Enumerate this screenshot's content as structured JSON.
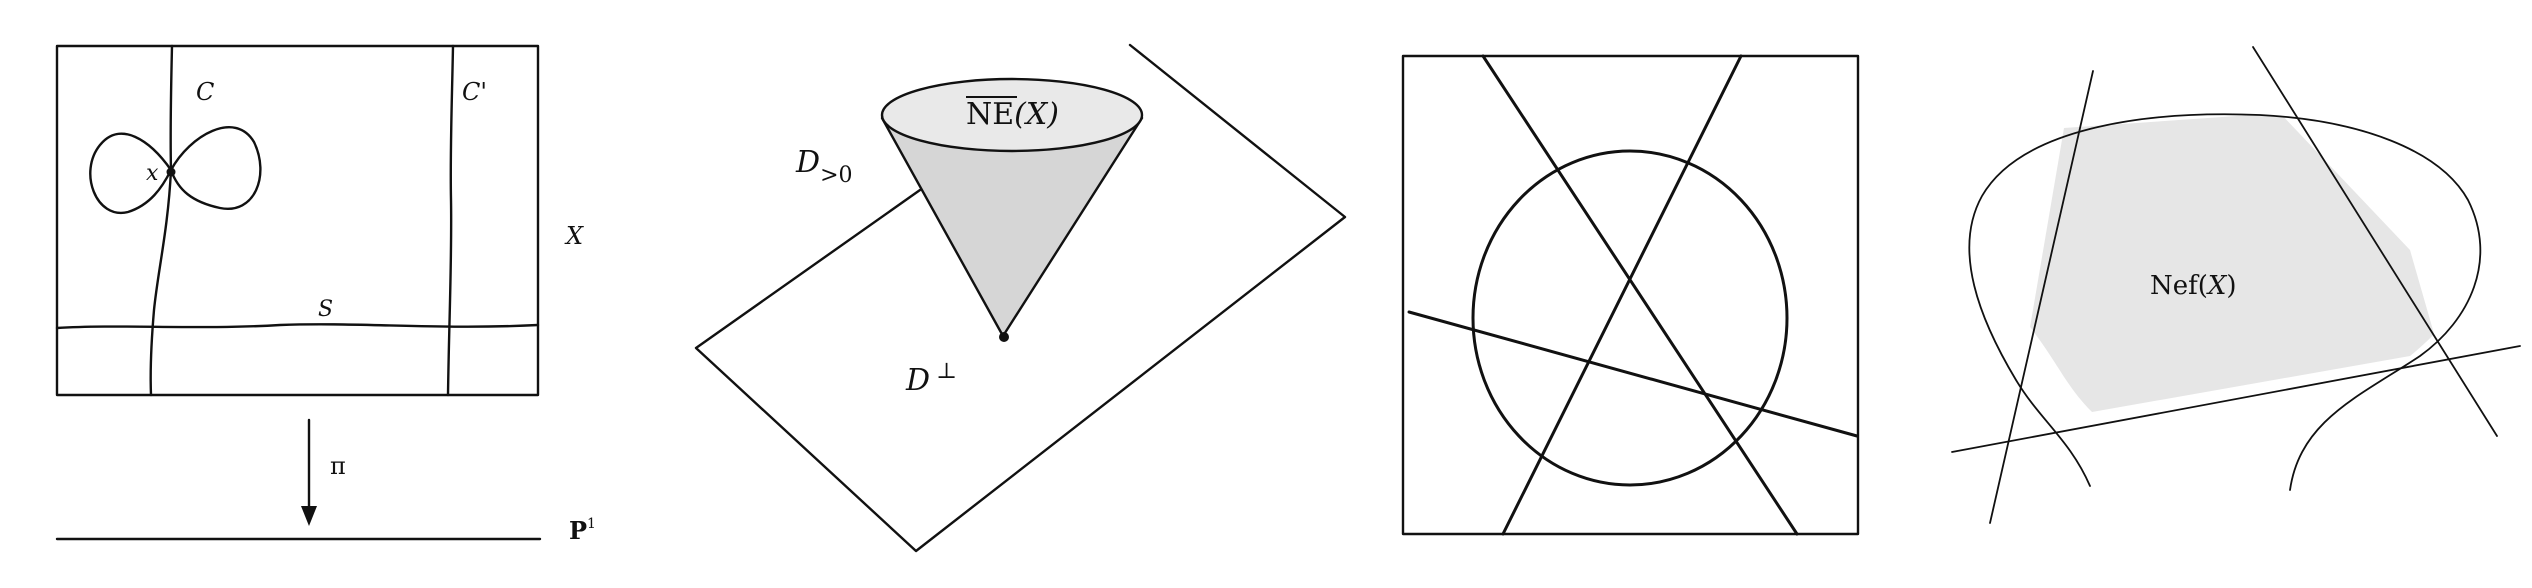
{
  "panels": {
    "fibration": {
      "curve_c": "C",
      "curve_c_prime": "C'",
      "point_x": "x",
      "section_s": "S",
      "surface_x": "X",
      "map_pi": "π",
      "base_p1": "P",
      "base_p1_exponent": "1"
    },
    "cone": {
      "cone_ne": "NE",
      "cone_ne_arg": "(X)",
      "half_space_letter": "D",
      "half_space_sub": ">0",
      "hyperplane_letter": "D",
      "hyperplane_sup": "⊥"
    },
    "lines_and_circle": {},
    "nef_region": {
      "nef_prefix": "Nef(",
      "nef_arg": "X",
      "nef_suffix": ")",
      "shade_color": "#e6e6e6"
    }
  },
  "colors": {
    "ink": "#111111",
    "cone_shade": "#d6d6d6",
    "cone_top": "#e9e9e9"
  }
}
